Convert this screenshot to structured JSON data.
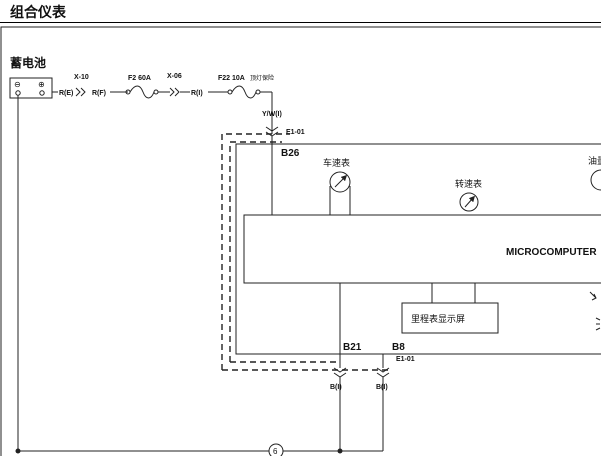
{
  "header": {
    "title": "组合仪表"
  },
  "battery": {
    "label": "蓄电池",
    "minus": "⊖",
    "plus": "⊕"
  },
  "top_wire": {
    "re": "R(E)",
    "x10": "X-10",
    "rf": "R(F)",
    "f2": "F2 60A",
    "x06": "X-06",
    "rl1": "R(I)",
    "f22": "F22 10A",
    "f22_desc": "顶灯保险"
  },
  "b26": {
    "wire": "Y/W(I)",
    "conn": "E1-01",
    "pin": "B26"
  },
  "gauges": {
    "speed": "车速表",
    "tach": "转速表",
    "fuel": "油量"
  },
  "mcu": {
    "label": "MICROCOMPUTER"
  },
  "odometer": {
    "label": "里程表显示屏"
  },
  "bottom": {
    "b21": "B21",
    "b8": "B8",
    "conn": "E1-01",
    "wire1": "B(I)",
    "wire2": "B(I)",
    "ground": "6"
  }
}
